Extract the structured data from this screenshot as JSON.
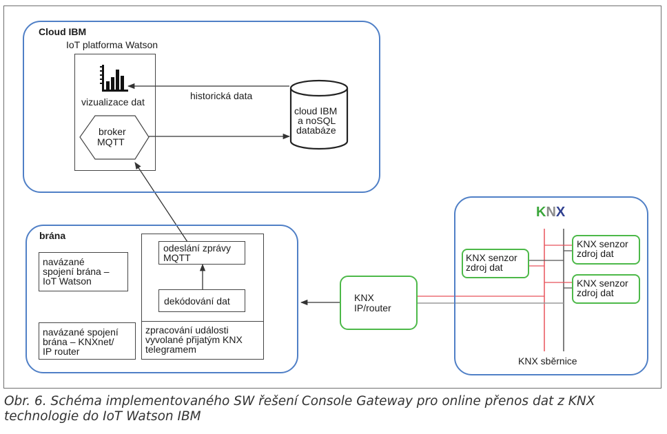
{
  "cloud": {
    "title": "Cloud IBM",
    "platform_label": "IoT platforma Watson",
    "visualization_label": "vizualizace dat",
    "broker_line1": "broker",
    "broker_line2": "MQTT",
    "history_label": "historická data",
    "db_line1": "cloud IBM",
    "db_line2": "a noSQL",
    "db_line3": "databáze"
  },
  "gateway": {
    "title": "brána",
    "conn_watson_line1": "navázané",
    "conn_watson_line2": "spojení brána –",
    "conn_watson_line3": "IoT Watson",
    "conn_knx_line1": "navázané spojení",
    "conn_knx_line2": "brána – KNXnet/",
    "conn_knx_line3": "IP router",
    "send_line1": "odeslání zprávy",
    "send_line2": "MQTT",
    "decode_label": "dekódování dat",
    "process_line1": "zpracování události",
    "process_line2": "vyvolané přijatým KNX",
    "process_line3": "telegramem"
  },
  "router": {
    "line1": "KNX",
    "line2": "IP/router"
  },
  "knx": {
    "logo_k": "K",
    "logo_n": "N",
    "logo_x": "X",
    "logo_colors": {
      "k": "#3aa63a",
      "n": "#8c8c8c",
      "x": "#2f3f8f"
    },
    "sensor_left_line1": "KNX senzor",
    "sensor_left_line2": "zdroj dat",
    "sensor_top_line1": "KNX senzor",
    "sensor_top_line2": "zdroj dat",
    "sensor_bottom_line1": "KNX senzor",
    "sensor_bottom_line2": "zdroj dat",
    "bus_label": "KNX sběrnice"
  },
  "caption": {
    "line1": "Obr. 6. Schéma implementovaného SW řešení Console Gateway pro online přenos dat z KNX",
    "line2": "technologie do IoT Watson IBM"
  },
  "colors": {
    "zone_border": "#4f7fc6",
    "device_border": "#4cb848",
    "bus_red": "#e8525a",
    "bus_gray": "#9a9a9a"
  }
}
